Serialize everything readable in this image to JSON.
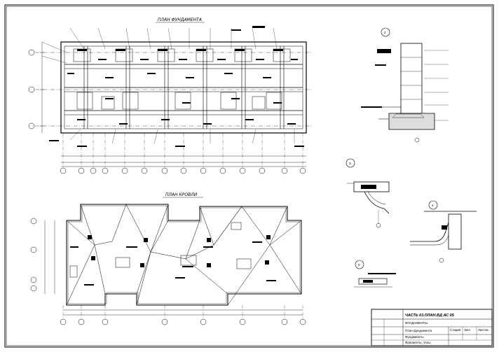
{
  "sheet": {
    "titles": {
      "foundation_plan": "ПЛАН ФУНДАМЕНТА",
      "roof_plan": "ПЛАН КРОВЛИ"
    },
    "detail_markers": [
      "2",
      "3",
      "4",
      "5"
    ],
    "title_block": {
      "project": "ЧАСТЬ 03.ПЛАН.ВД АС 05",
      "row1": "ФУНДАМЕНТЫ",
      "row2": "План фундамента",
      "row3": "Фундаменты",
      "row4": "Фрагменты. Узлы",
      "stage": "Стадия",
      "sheet": "Лист",
      "sheets": "Листов"
    }
  }
}
